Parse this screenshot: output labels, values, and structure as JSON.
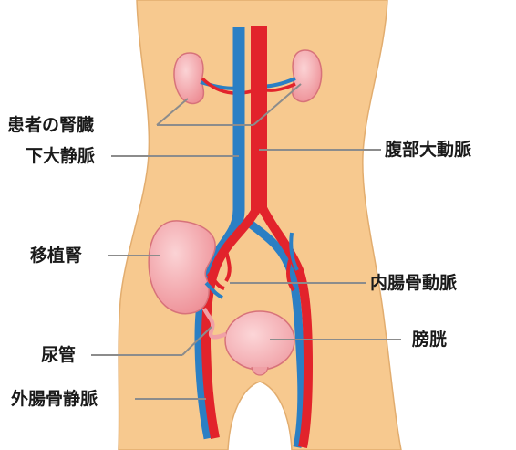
{
  "diagram": {
    "labels": {
      "patient_kidney": "患者の腎臓",
      "inferior_vena_cava": "下大静脈",
      "abdominal_aorta": "腹部大動脈",
      "transplant_kidney": "移植腎",
      "internal_iliac_artery": "内腸骨動脈",
      "bladder": "膀胱",
      "ureter": "尿管",
      "external_iliac_vein": "外腸骨静脈"
    }
  },
  "colors": {
    "skin": "#f7c98f",
    "skin_outline": "#e2ad6f",
    "artery": "#e2232b",
    "vein": "#2b7fc4",
    "kidney": "#f2a4a8",
    "kidney_outline": "#d7727a",
    "bladder": "#f5b6ba",
    "leader_line": "#8c8c8c"
  }
}
